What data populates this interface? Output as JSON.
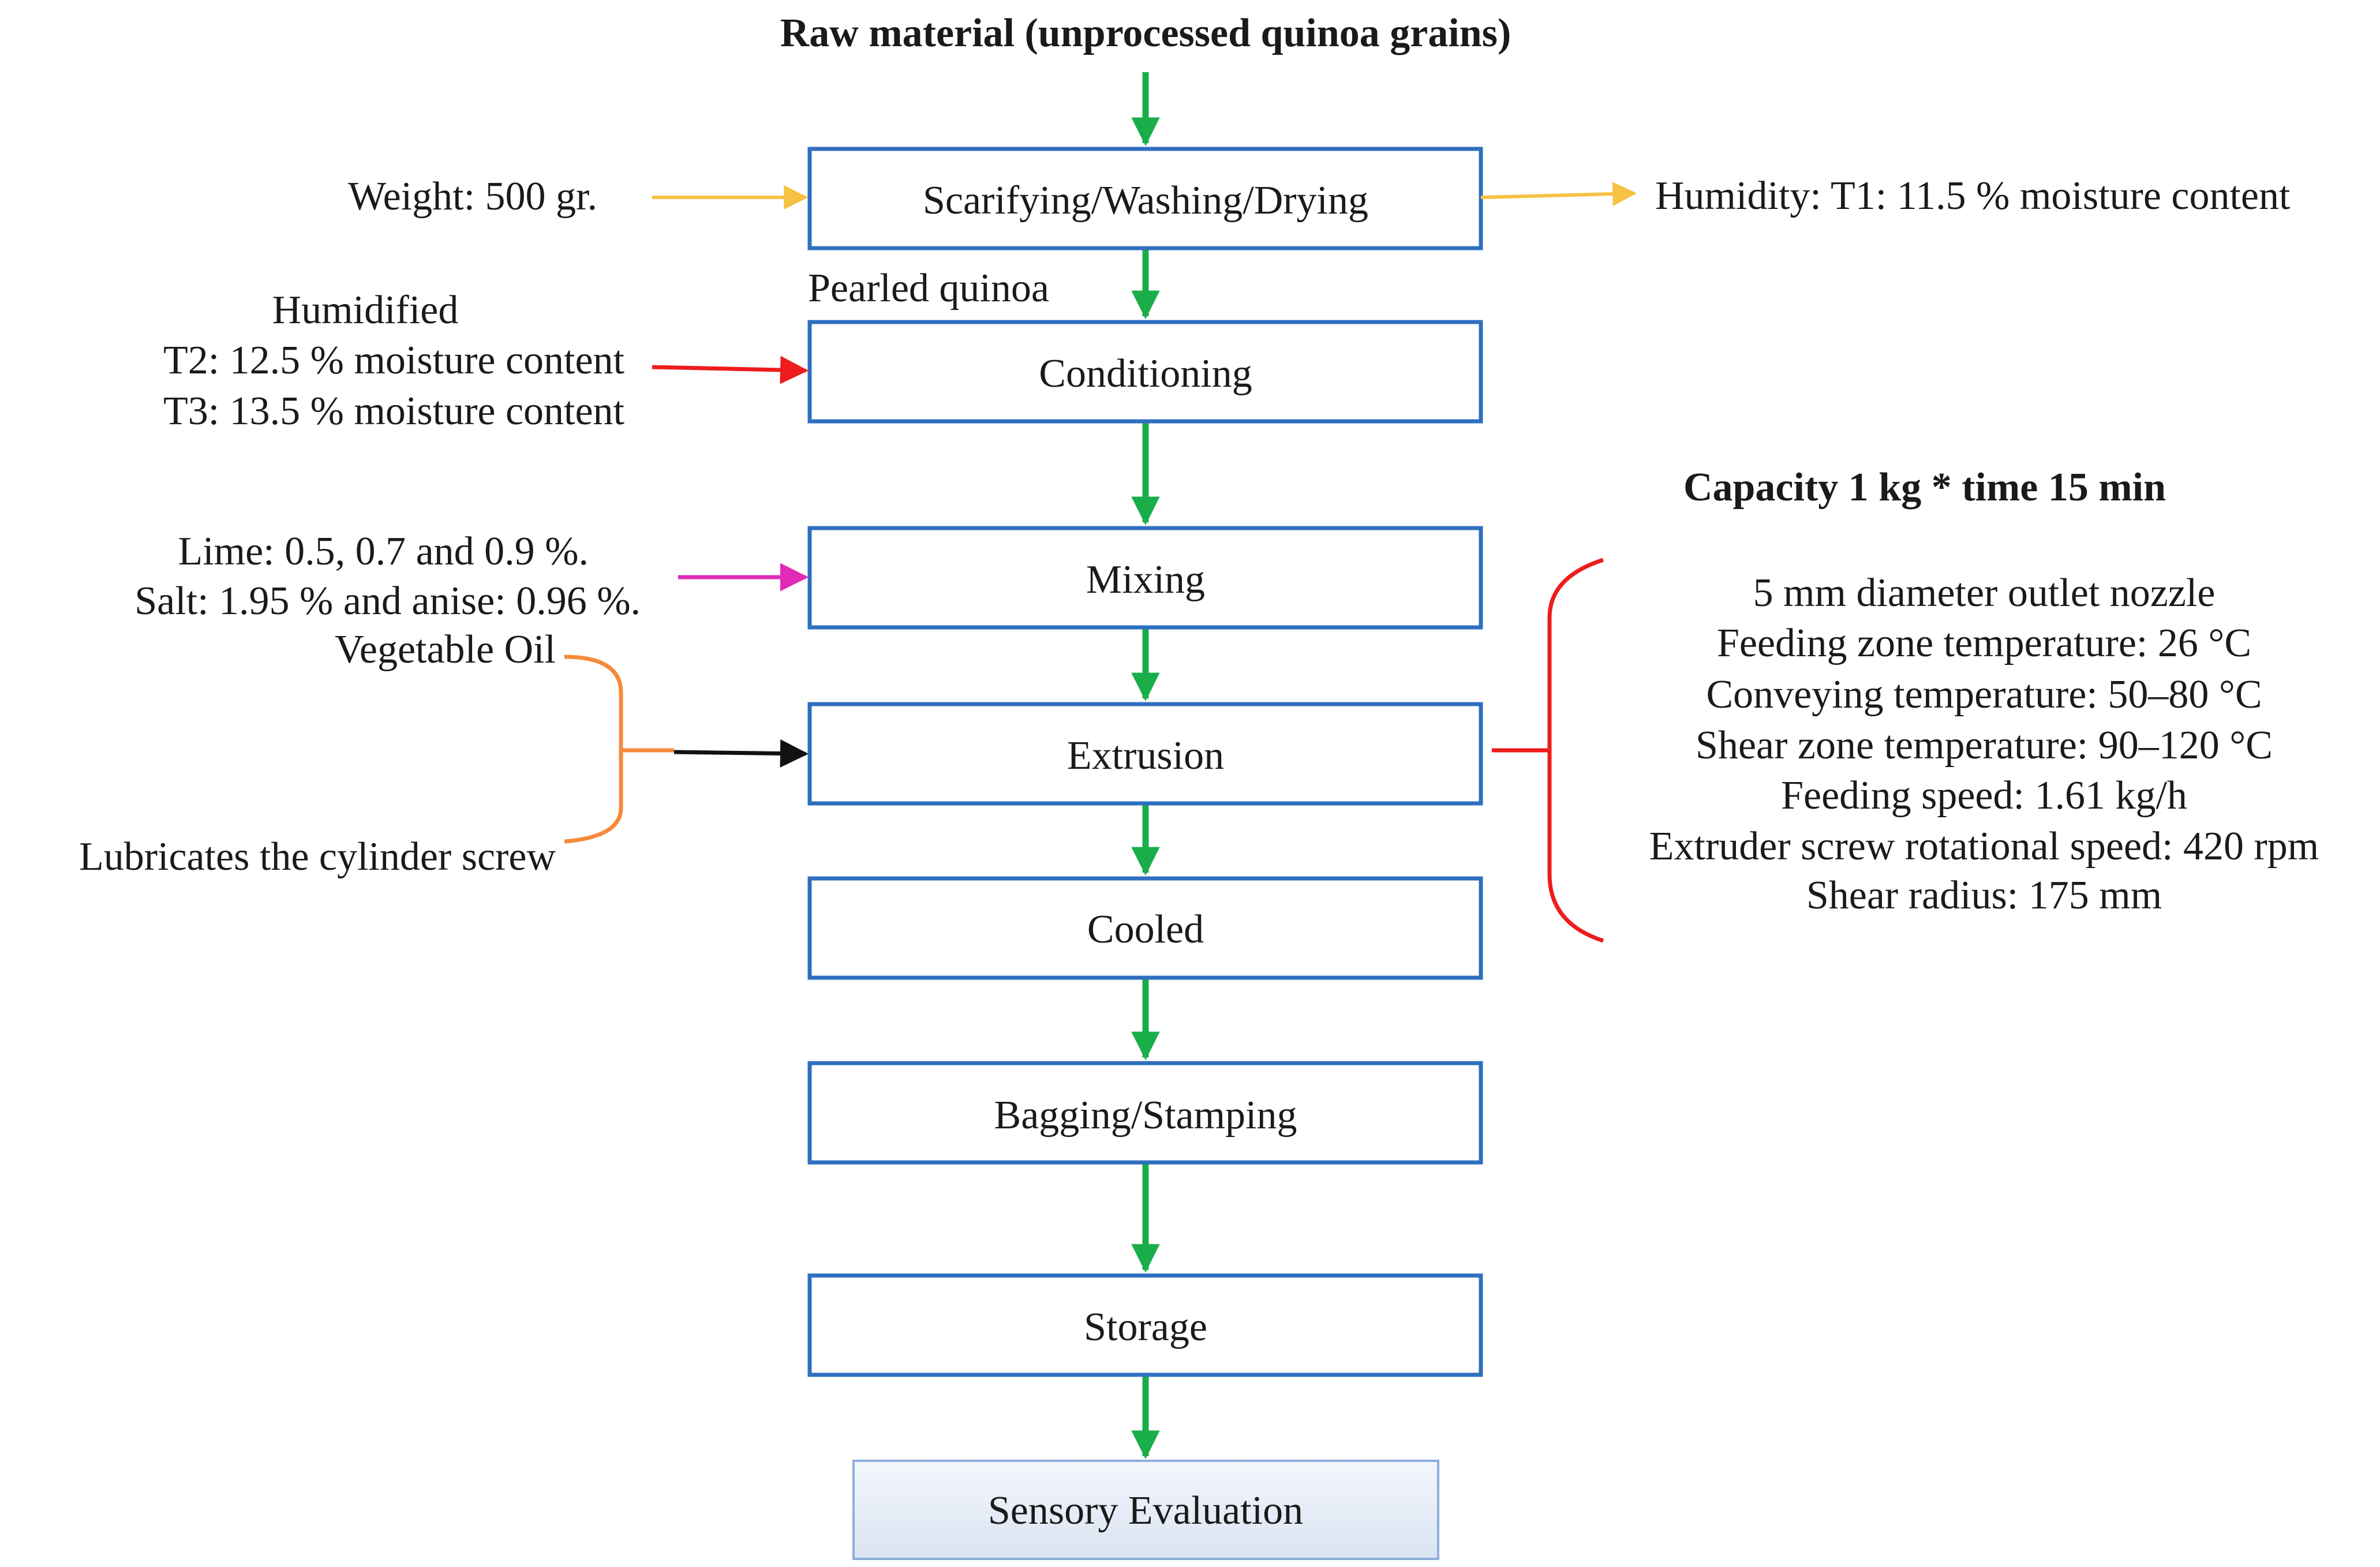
{
  "title": "Raw material (unprocessed quinoa grains)",
  "steps": [
    "Scarifying/Washing/Drying",
    "Conditioning",
    "Mixing",
    "Extrusion",
    "Cooled",
    "Bagging/Stamping",
    "Storage",
    "Sensory Evaluation"
  ],
  "side_notes": {
    "weight": "Weight: 500 gr.",
    "humidity_t1": "Humidity: T1: 11.5 % moisture content",
    "pearled": "Pearled quinoa",
    "humidified": {
      "heading": "Humidified",
      "t2": "T2: 12.5 % moisture content",
      "t3": "T3: 13.5 % moisture content"
    },
    "mixing_inputs": {
      "lime": "Lime: 0.5, 0.7 and 0.9 %.",
      "salt_anise": "Salt: 1.95 % and anise: 0.96 %."
    },
    "oil": {
      "name": "Vegetable Oil",
      "purpose": "Lubricates the cylinder screw"
    }
  },
  "extrusion_params": {
    "capacity": "Capacity 1 kg * time 15 min",
    "lines": [
      "5 mm diameter outlet nozzle",
      "Feeding zone temperature: 26 °C",
      "Conveying temperature: 50–80 °C",
      "Shear zone temperature: 90–120 °C",
      "Feeding speed: 1.61 kg/h",
      "Extruder screw rotational speed: 420 rpm",
      "Shear radius: 175 mm"
    ]
  },
  "colors": {
    "flow_arrow": "#1aae4b",
    "weight_arrow": "#f5c242",
    "humidified_arrow": "#ee1c1c",
    "mixing_arrow": "#e02ab8",
    "oil_arrow": "#111111",
    "oil_brace": "#f58a3d",
    "params_brace": "#ee1c1c",
    "box_border": "#2f6fbf"
  }
}
